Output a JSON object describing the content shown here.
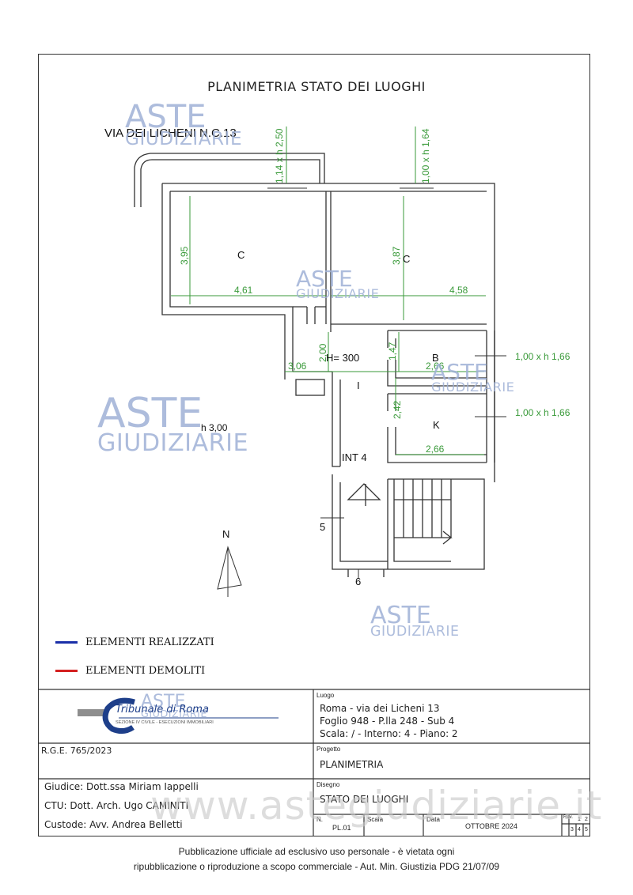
{
  "title": "PLANIMETRIA STATO DEI LUOGHI",
  "street": "VIA DEI LICHENI N.C.13",
  "rooms": {
    "room1": "C",
    "room2": "C",
    "bath": "B",
    "kitchen": "K",
    "corridor": "I",
    "height": "H= 300",
    "height2": "h 3,00",
    "int": "INT 4",
    "stair5": "5",
    "stair6": "6",
    "north": "N"
  },
  "measures": {
    "m1": "3,95",
    "m2": "4,61",
    "m3": "3,87",
    "m4": "4,58",
    "m5": "2,00",
    "m6": "3,06",
    "m7": "1,47",
    "m8": "2,66",
    "m9": "2,42",
    "m10": "2,66",
    "win1": "1,14 x h 2,50",
    "win2": "1,00 x h 1,64",
    "win3": "1,00 x h 1,66",
    "win4": "1,00 x h 1,66"
  },
  "legend": {
    "realized": "ELEMENTI REALIZZATI",
    "realized_color": "#1a2fa8",
    "demolished": "ELEMENTI DEMOLITI",
    "demolished_color": "#d42020"
  },
  "watermark": {
    "line1": "ASTE",
    "line2": "GIUDIZIARIE",
    "url": "www.astegiudiziarie.it"
  },
  "title_block": {
    "court": "Tribunale di Roma",
    "court_sub": "SEZIONE IV CIVILE - ESECUZIONI IMMOBILIARI",
    "luogo_label": "Luogo",
    "luogo_line1": "Roma - via dei Licheni 13",
    "luogo_line2": "Foglio 948 - P.lla 248 - Sub 4",
    "luogo_line3": "Scala: / - Interno: 4 - Piano: 2",
    "rge": "R.G.E. 765/2023",
    "progetto_label": "Progetto",
    "progetto": "PLANIMETRIA",
    "giudice": "Giudice: Dott.ssa Miriam Iappelli",
    "ctu": "CTU: Dott. Arch. Ugo CAMINITI",
    "custode": "Custode: Avv. Andrea Belletti",
    "disegno_label": "Disegno",
    "disegno": "STATO DEI LUOGHI",
    "n_label": "N.",
    "n_value": "PL.01",
    "scala_label": "Scala",
    "data_label": "Data",
    "data_value": "OTTOBRE 2024",
    "rev_label": "Rev.",
    "rev_cells": [
      "1",
      "2",
      "3",
      "4",
      "5"
    ]
  },
  "footer": {
    "line1": "Pubblicazione ufficiale ad esclusivo uso personale - è vietata ogni",
    "line2": "ripubblicazione o riproduzione a scopo commerciale - Aut. Min. Giustizia PDG 21/07/09"
  }
}
